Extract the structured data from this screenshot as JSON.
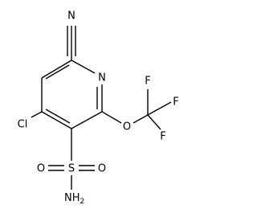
{
  "molecule": {
    "atoms": {
      "N_cyano": "N",
      "N_ring": "N",
      "O_ether": "O",
      "F_top": "F",
      "F_right": "F",
      "F_bottom": "F",
      "Cl": "Cl",
      "S": "S",
      "O_left": "O",
      "O_right": "O",
      "NH2_main": "NH",
      "NH2_sub": "2"
    }
  }
}
